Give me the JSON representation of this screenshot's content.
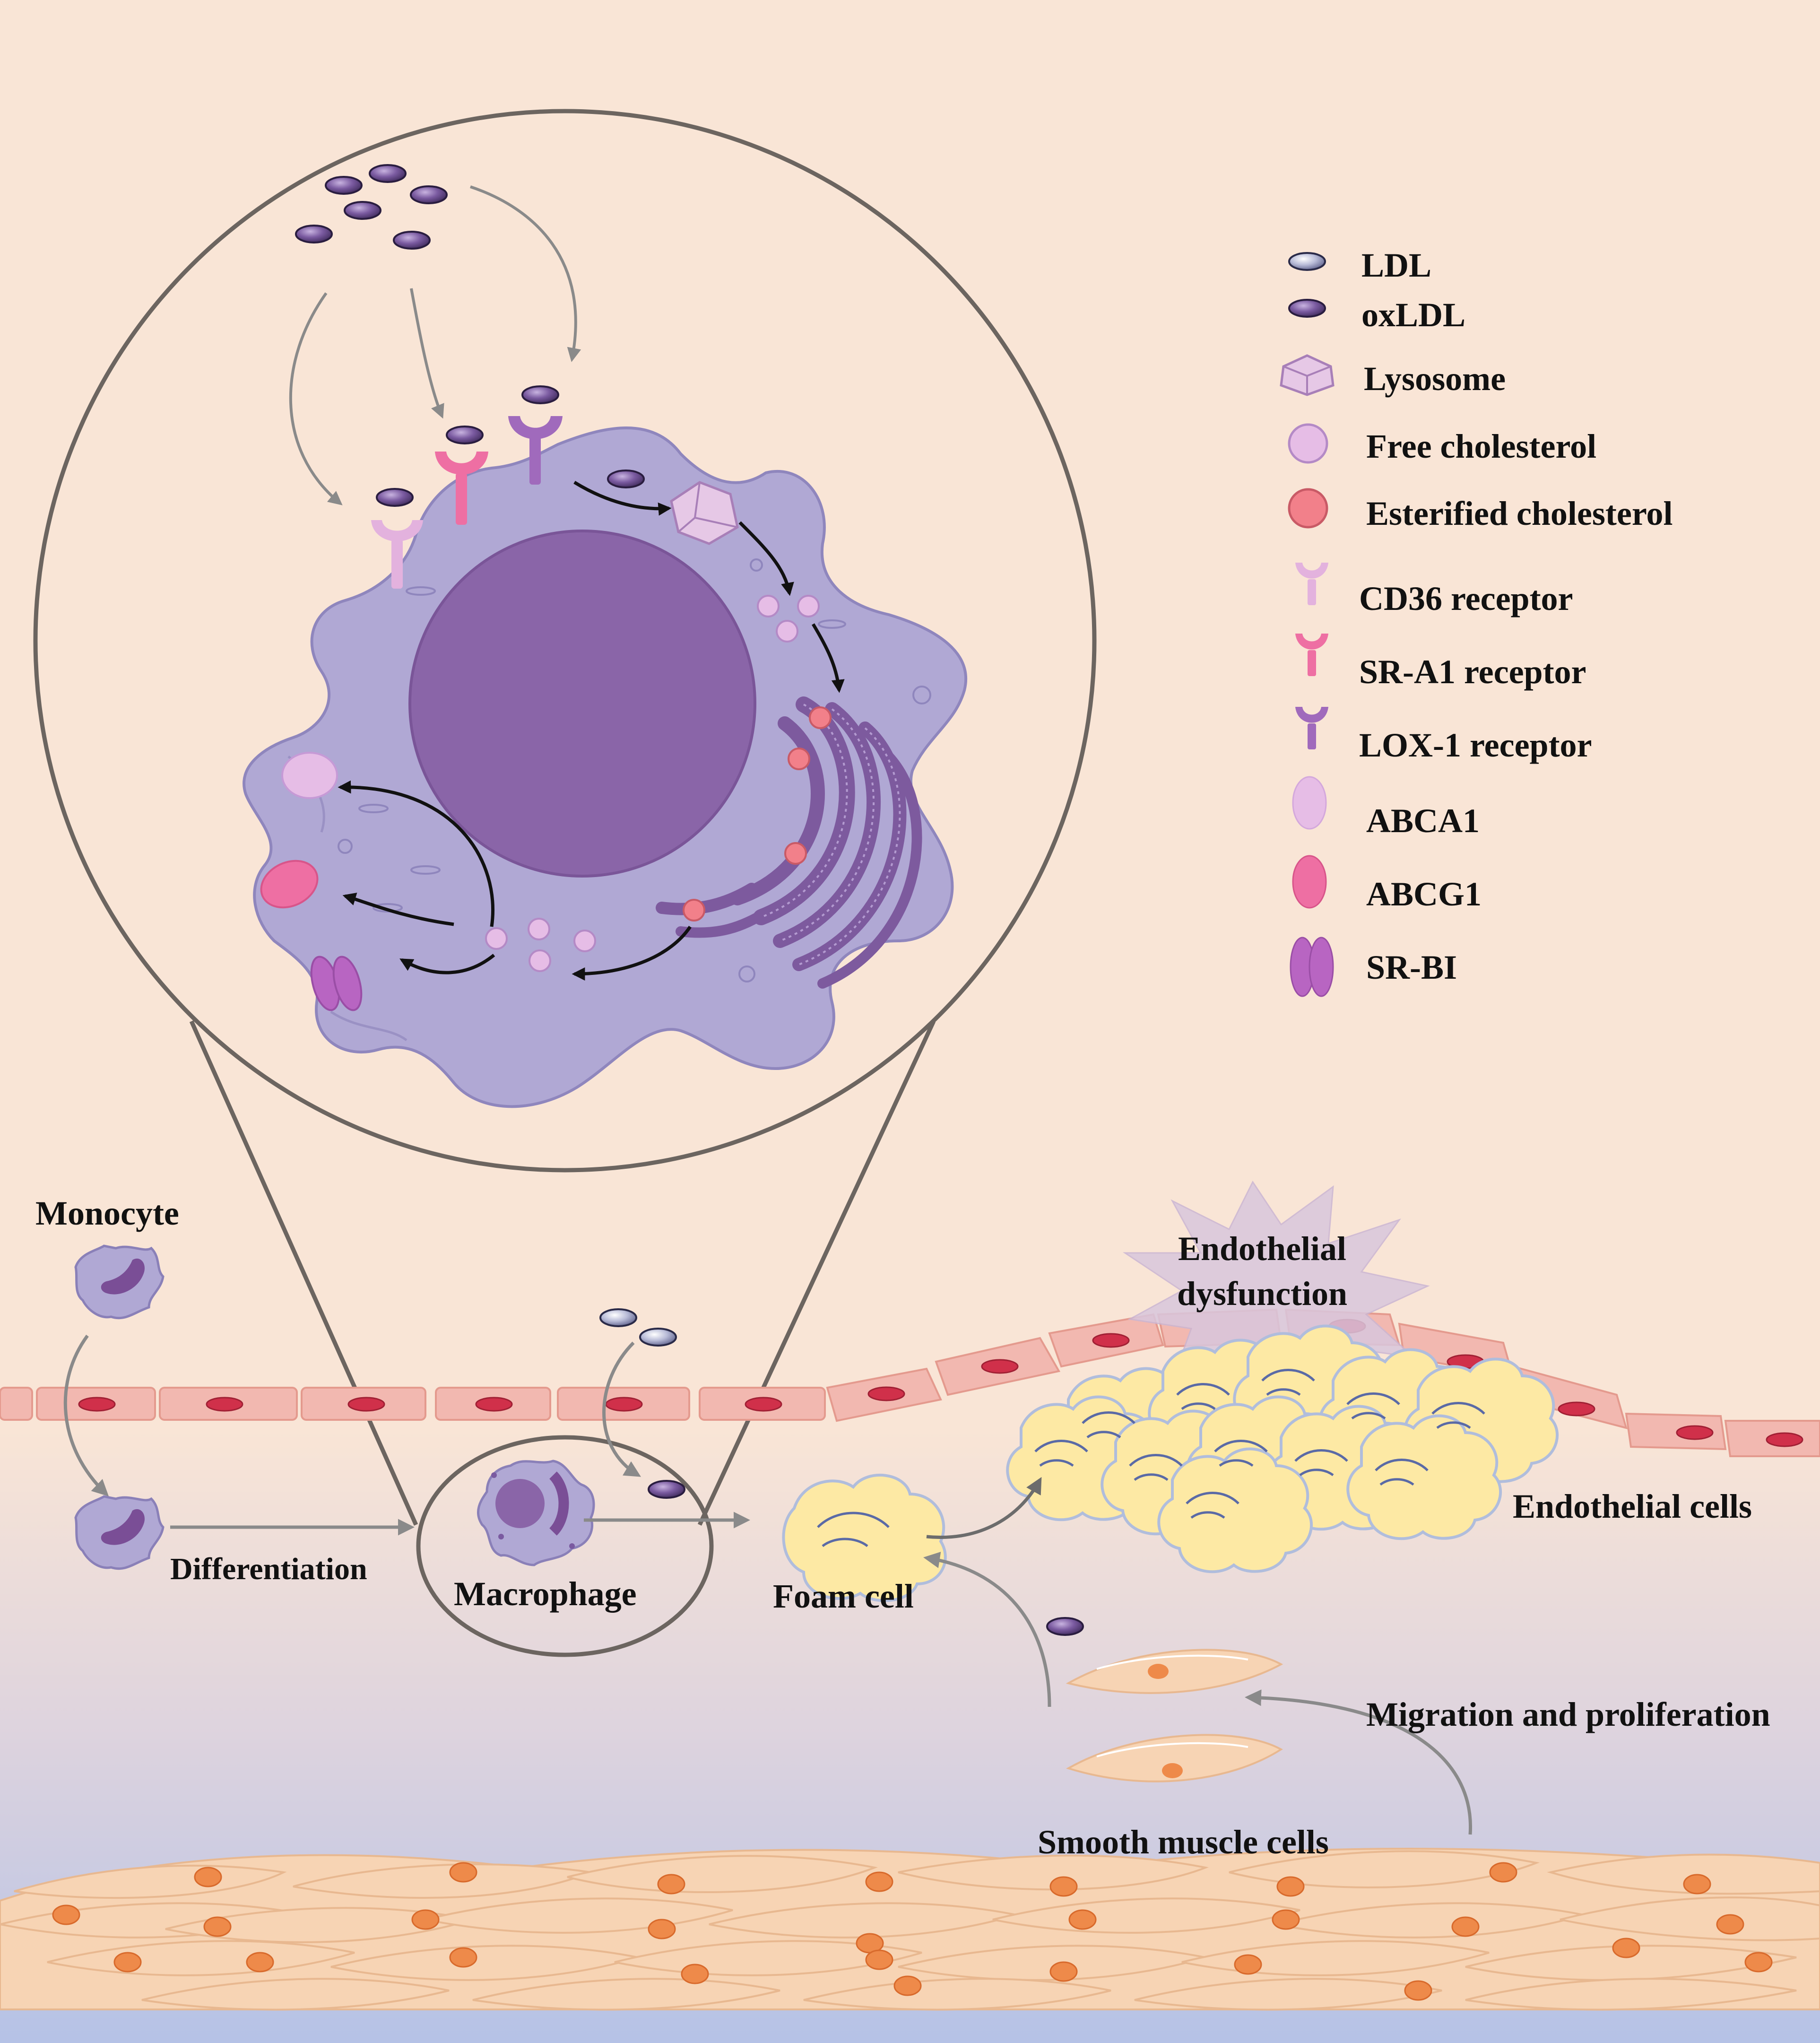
{
  "legend": {
    "ldl": "LDL",
    "oxldl": "oxLDL",
    "lysosome": "Lysosome",
    "free_cholesterol": "Free cholesterol",
    "esterified_cholesterol": "Esterified cholesterol",
    "cd36": "CD36 receptor",
    "sra1": "SR-A1 receptor",
    "lox1": "LOX-1 receptor",
    "abca1": "ABCA1",
    "abcg1": "ABCG1",
    "srbi": "SR-BI"
  },
  "labels": {
    "monocyte": "Monocyte",
    "differentiation": "Differentiation",
    "macrophage": "Macrophage",
    "foam_cell": "Foam cell",
    "endothelial_dysfunction_1": "Endothelial",
    "endothelial_dysfunction_2": "dysfunction",
    "endothelial_cells": "Endothelial cells",
    "migration": "Migration and proliferation",
    "smooth_muscle": "Smooth muscle cells"
  },
  "colors": {
    "background_top": "#f9e5d6",
    "background_bottom": "#bcc6e4",
    "cell_body": "#b0a8d4",
    "nucleus": "#8a65a8",
    "ldl": "#b9bcd8",
    "oxldl": "#7a5aa0",
    "cd36": "#e3b2de",
    "sra1": "#ee6fa3",
    "lox1": "#a06abc",
    "free_cholesterol": "#e6bde6",
    "esterified_cholesterol": "#f2808a",
    "endothelial": "#f2b8b0",
    "foam": "#fde9a4",
    "smooth_muscle": "#f7d4b4"
  }
}
